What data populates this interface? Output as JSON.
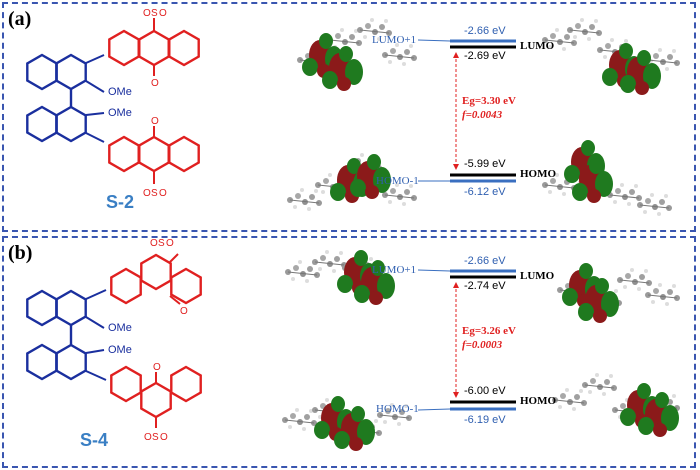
{
  "panels": [
    {
      "label": "(a)",
      "compound": "S-2",
      "methoxy_label": "OMe",
      "lumo_plus1": {
        "name": "LUMO+1",
        "energy": "-2.66 eV"
      },
      "lumo": {
        "name": "LUMO",
        "energy": "-2.69 eV"
      },
      "gap": {
        "eg": "Eg=3.30 eV",
        "f": "f=0.0043"
      },
      "homo": {
        "name": "HOMO",
        "energy": "-5.99 eV"
      },
      "homo_minus1": {
        "name": "HOMO-1",
        "energy": "-6.12 eV"
      }
    },
    {
      "label": "(b)",
      "compound": "S-4",
      "methoxy_label": "OMe",
      "lumo_plus1": {
        "name": "LUMO+1",
        "energy": "-2.66 eV"
      },
      "lumo": {
        "name": "LUMO",
        "energy": "-2.74 eV"
      },
      "gap": {
        "eg": "Eg=3.26 eV",
        "f": "f=0.0003"
      },
      "homo": {
        "name": "HOMO",
        "energy": "-6.00 eV"
      },
      "homo_minus1": {
        "name": "HOMO-1",
        "energy": "-6.19 eV"
      }
    }
  ],
  "colors": {
    "border": "#3a56b0",
    "binaphthyl": "#1a2f9e",
    "thioxanthone": "#e02020",
    "level_blue": "#3a6fc0",
    "level_black": "#000000",
    "orbital_red": "#8b1a1a",
    "orbital_green": "#1f7a1f"
  }
}
